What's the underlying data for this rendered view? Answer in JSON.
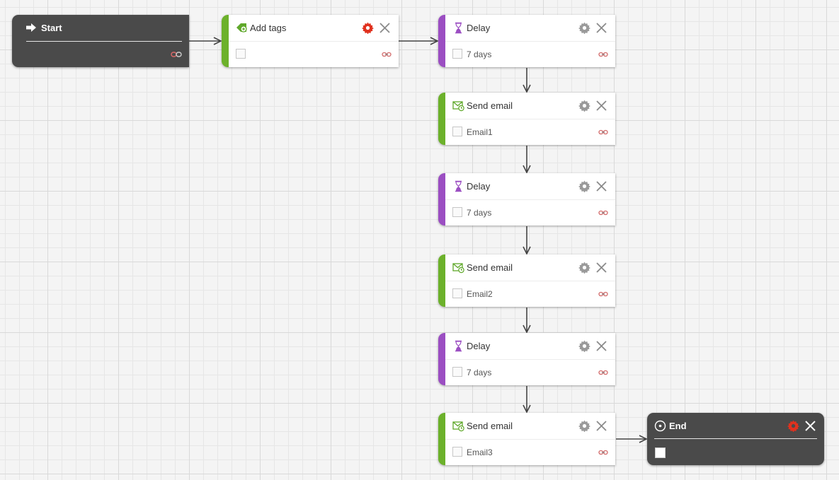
{
  "canvas": {
    "grid_color": "#d9d9d9",
    "accent_green": "#6cb12b",
    "accent_purple": "#9b4ec2",
    "settings_active_color": "#e0311e"
  },
  "start_node": {
    "title": "Start",
    "icon": "arrow-right-icon",
    "link_icon": "link-icon"
  },
  "add_tags_node": {
    "title": "Add tags",
    "icon": "tag-add-icon",
    "settings_icon": "gear-icon-red"
  },
  "steps": [
    {
      "type": "delay",
      "title": "Delay",
      "value": "7 days"
    },
    {
      "type": "email",
      "title": "Send email",
      "value": "Email1"
    },
    {
      "type": "delay",
      "title": "Delay",
      "value": "7 days"
    },
    {
      "type": "email",
      "title": "Send email",
      "value": "Email2"
    },
    {
      "type": "delay",
      "title": "Delay",
      "value": "7 days"
    },
    {
      "type": "email",
      "title": "Send email",
      "value": "Email3"
    }
  ],
  "end_node": {
    "title": "End",
    "icon": "target-icon",
    "settings_icon": "gear-icon-red"
  }
}
